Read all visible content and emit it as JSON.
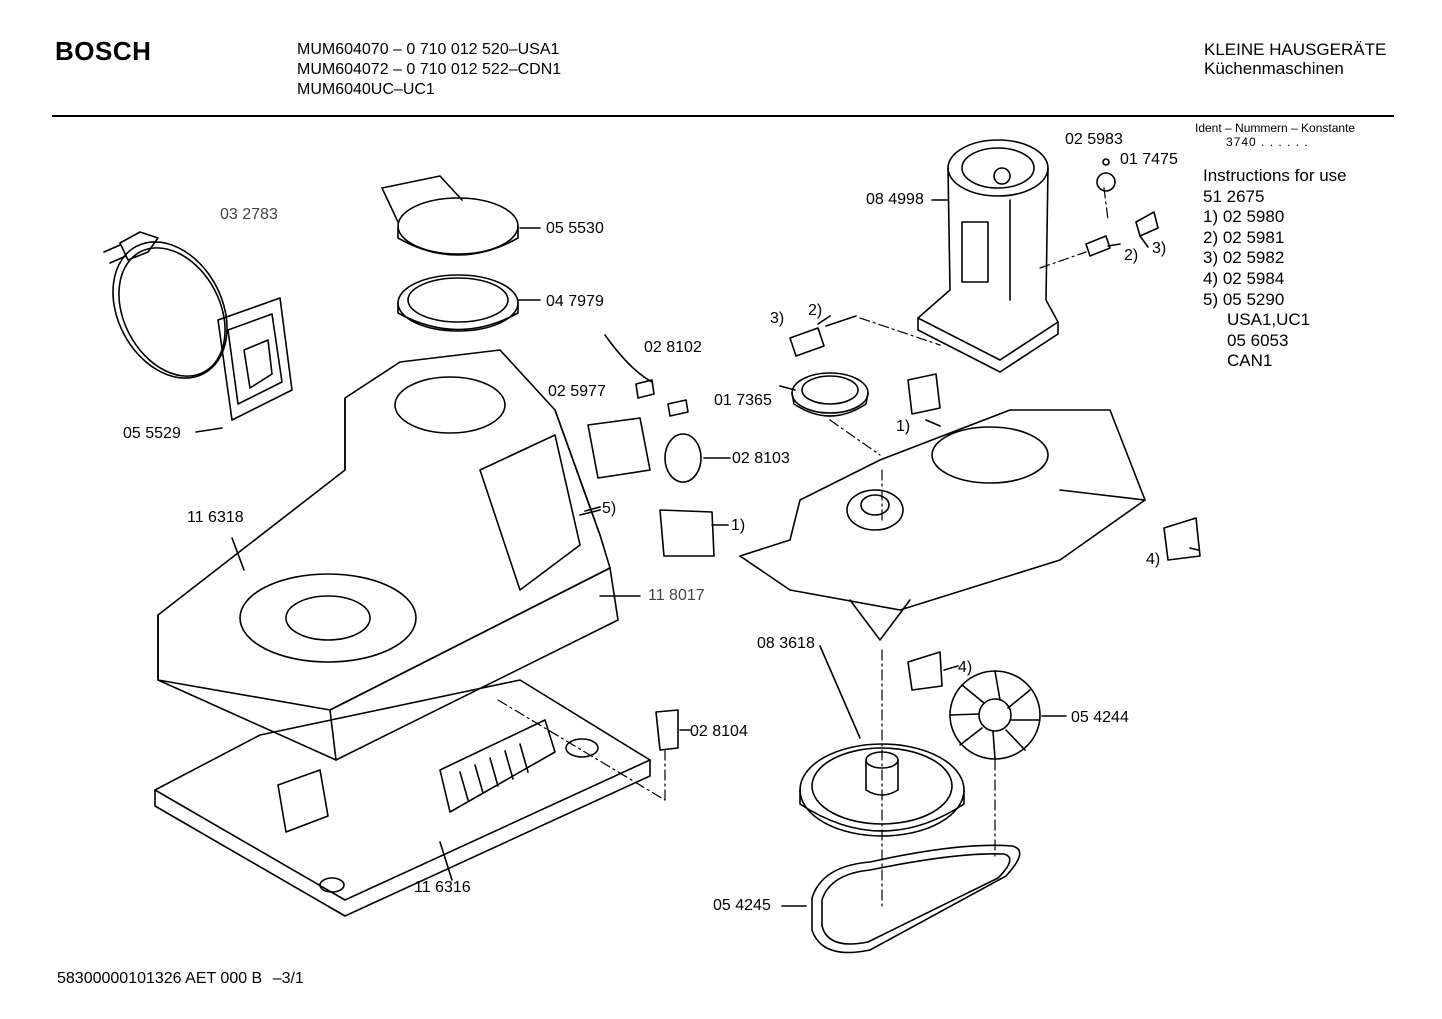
{
  "header": {
    "brand": "BOSCH",
    "models": [
      "MUM604070 – 0 710 012 520–USA1",
      "MUM604072 – 0 710 012 522–CDN1",
      "MUM6040UC–UC1"
    ],
    "category": "KLEINE HAUSGERÄTE",
    "subcategory": "Küchenmaschinen",
    "ident_title": "Ident – Nummern – Konstante",
    "ident_value": "3740  . .   . . . ."
  },
  "instructions": {
    "title": "Instructions for use",
    "number": "51 2675",
    "items": [
      "1) 02 5980",
      "2) 02 5981",
      "3) 02 5982",
      "4) 02 5984",
      "5) 05 5290"
    ],
    "variants": [
      "USA1,UC1",
      "05 6053",
      "CAN1"
    ]
  },
  "parts": {
    "p032783": "03 2783",
    "p055530": "05 5530",
    "p047979": "04 7979",
    "p055529": "05 5529",
    "p116318": "11 6318",
    "p118017": "11 8017",
    "p116316": "11 6316",
    "p028102": "02 8102",
    "p025977": "02 5977",
    "p028103": "02 8103",
    "p028104": "02 8104",
    "p084998": "08 4998",
    "p025983": "02 5983",
    "p017475": "01 7475",
    "p017365": "01 7365",
    "p083618": "08 3618",
    "p054244": "05 4244",
    "p054245": "05 4245",
    "ref1a": "1)",
    "ref1b": "1)",
    "ref2a": "2)",
    "ref2b": "2)",
    "ref3a": "3)",
    "ref3b": "3)",
    "ref4a": "4)",
    "ref4b": "4)",
    "ref5": "5)"
  },
  "footer": {
    "doc": "58300000101326 AET 000 B",
    "page": "–3/1"
  }
}
